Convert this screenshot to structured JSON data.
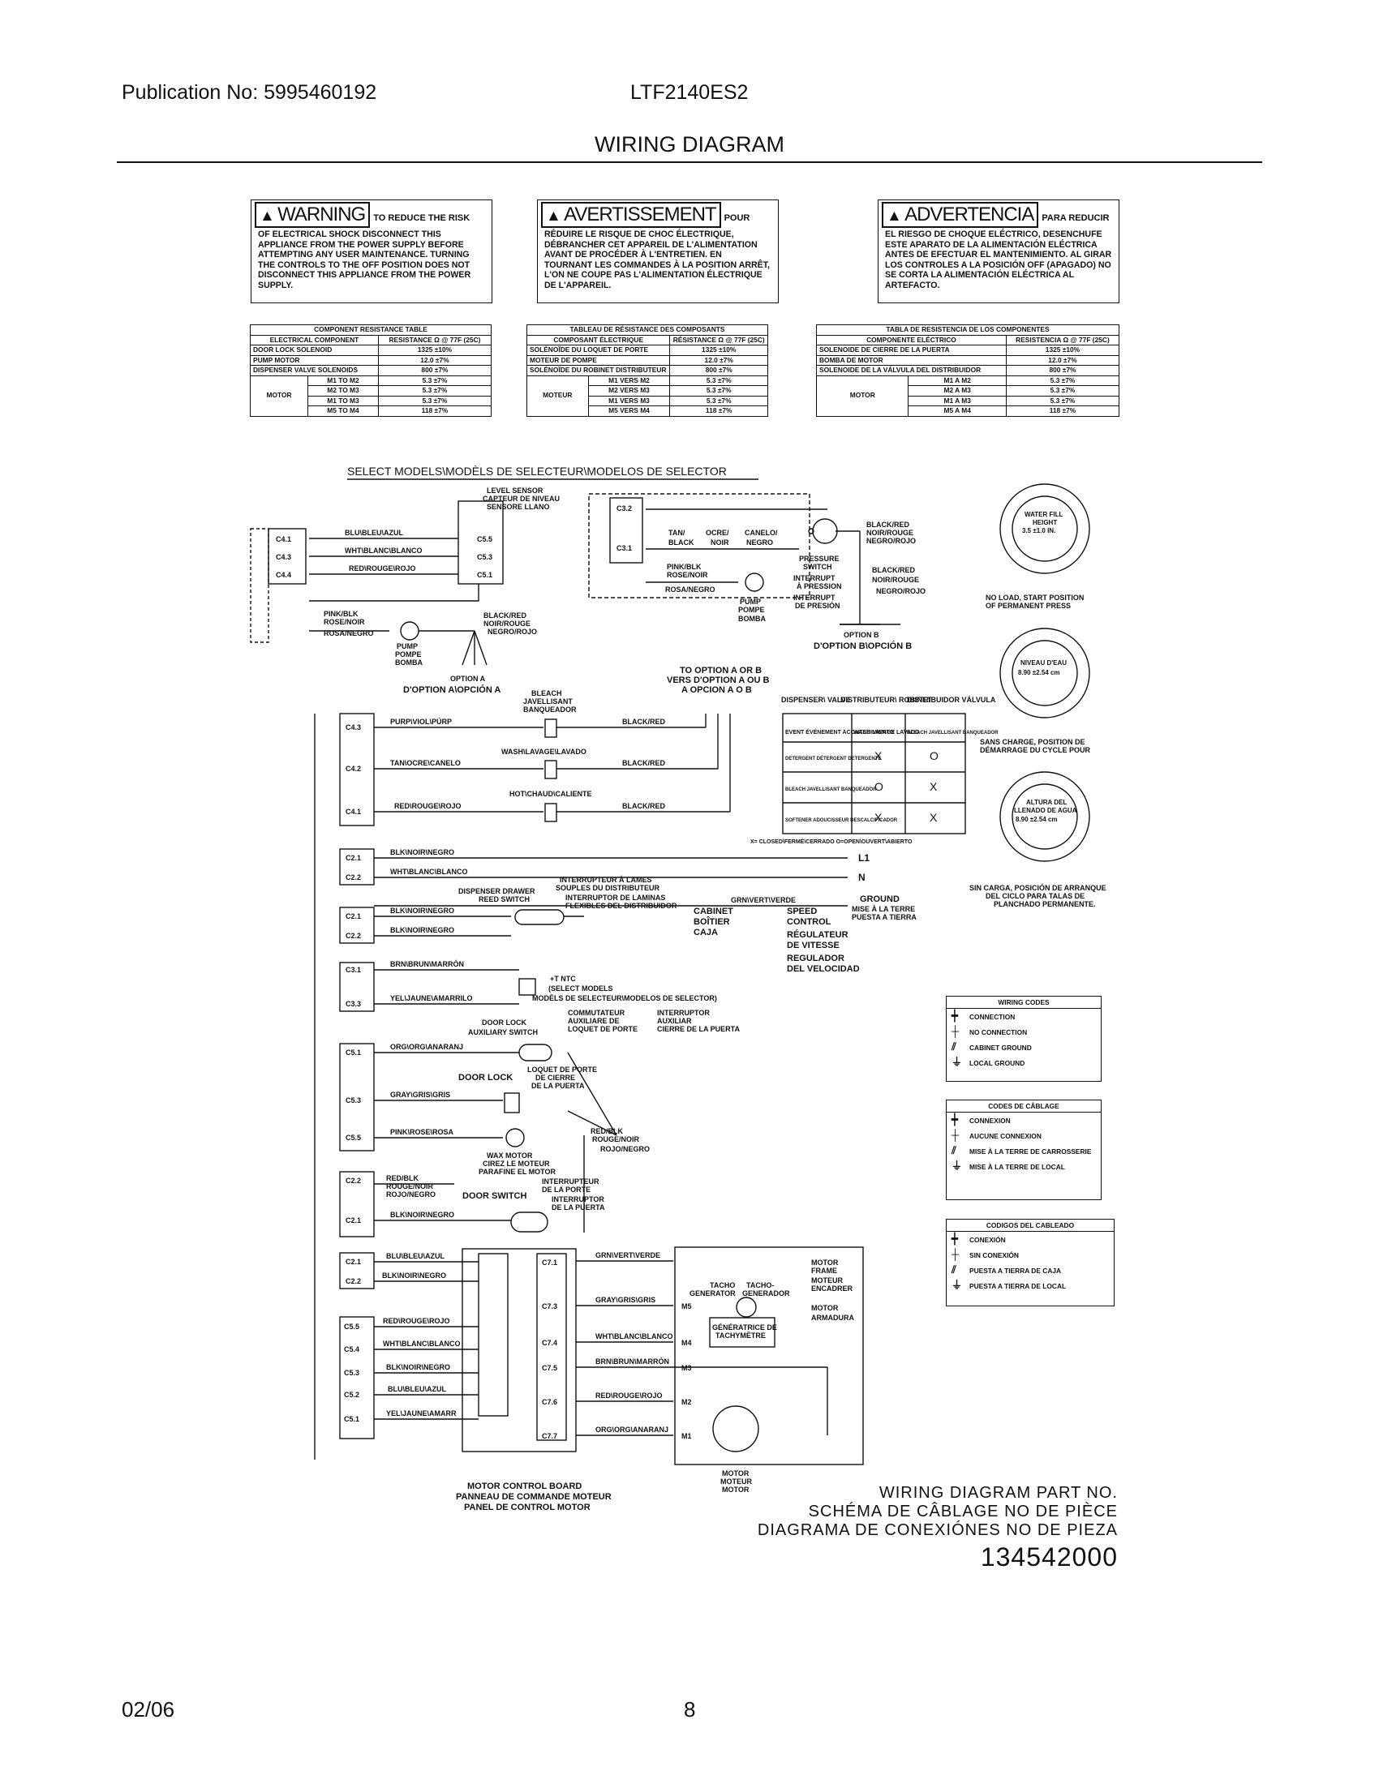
{
  "header": {
    "publication": "Publication No: 5995460192",
    "model": "LTF2140ES2",
    "title": "WIRING DIAGRAM"
  },
  "warnings": [
    {
      "title": "WARNING",
      "tail": "TO REDUCE THE RISK",
      "body": "OF ELECTRICAL SHOCK DISCONNECT THIS APPLIANCE FROM THE POWER SUPPLY BEFORE ATTEMPTING ANY USER MAINTENANCE. TURNING THE CONTROLS TO THE OFF POSITION DOES NOT DISCONNECT THIS APPLIANCE FROM THE POWER SUPPLY."
    },
    {
      "title": "AVERTISSEMENT",
      "tail": "POUR",
      "body": "RÉDUIRE LE RISQUE DE CHOC ÉLECTRIQUE, DÉBRANCHER CET APPAREIL DE L'ALIMENTATION AVANT DE PROCÉDER À L'ENTRETIEN. EN TOURNANT LES COMMANDES À LA POSITION ARRÊT, L'ON NE COUPE PAS L'ALIMENTATION ÉLECTRIQUE DE L'APPAREIL."
    },
    {
      "title": "ADVERTENCIA",
      "tail": "PARA REDUCIR",
      "body": "EL RIESGO DE CHOQUE ELÉCTRICO, DESENCHUFE ESTE APARATO DE LA ALIMENTACIÓN ELÉCTRICA ANTES DE EFECTUAR EL MANTENIMIENTO. AL GIRAR LOS CONTROLES A LA POSICIÓN OFF (APAGADO) NO SE CORTA LA ALIMENTACIÓN ELÉCTRICA AL ARTEFACTO."
    }
  ],
  "resistance_tables": [
    {
      "title": "COMPONENT RESISTANCE TABLE",
      "col1": "ELECTRICAL COMPONENT",
      "col2": "RESISTANCE Ω @ 77F (25C)",
      "rows": [
        [
          "DOOR LOCK SOLENOID",
          "1325 ±10%"
        ],
        [
          "PUMP MOTOR",
          "12.0 ±7%"
        ],
        [
          "DISPENSER VALVE SOLENOIDS",
          "800 ±7%"
        ]
      ],
      "motor": "MOTOR",
      "motor_rows": [
        [
          "M1 TO M2",
          "5.3 ±7%"
        ],
        [
          "M2 TO M3",
          "5.3 ±7%"
        ],
        [
          "M1 TO M3",
          "5.3 ±7%"
        ],
        [
          "M5 TO M4",
          "118 ±7%"
        ]
      ]
    },
    {
      "title": "TABLEAU DE RÉSISTANCE DES COMPOSANTS",
      "col1": "COMPOSANT ÉLECTRIQUE",
      "col2": "RÉSISTANCE Ω @ 77F (25C)",
      "rows": [
        [
          "SOLÉNOÏDE DU LOQUET DE PORTE",
          "1325 ±10%"
        ],
        [
          "MOTEUR DE POMPE",
          "12.0 ±7%"
        ],
        [
          "SOLÉNOÏDE DU ROBINET DISTRIBUTEUR",
          "800 ±7%"
        ]
      ],
      "motor": "MOTEUR",
      "motor_rows": [
        [
          "M1 VERS M2",
          "5.3 ±7%"
        ],
        [
          "M2 VERS M3",
          "5.3 ±7%"
        ],
        [
          "M1 VERS M3",
          "5.3 ±7%"
        ],
        [
          "M5 VERS M4",
          "118 ±7%"
        ]
      ]
    },
    {
      "title": "TABLA DE RESISTENCIA DE LOS COMPONENTES",
      "col1": "COMPONENTE ELÉCTRICO",
      "col2": "RESISTENCIA Ω @ 77F (25C)",
      "rows": [
        [
          "SOLENOIDE DE CIERRE DE LA PUERTA",
          "1325 ±10%"
        ],
        [
          "BOMBA DE MOTOR",
          "12.0 ±7%"
        ],
        [
          "SOLENOIDE DE LA VÁLVULA DEL DISTRIBUIDOR",
          "800 ±7%"
        ]
      ],
      "motor": "MOTOR",
      "motor_rows": [
        [
          "M1 A M2",
          "5.3 ±7%"
        ],
        [
          "M2 A M3",
          "5.3 ±7%"
        ],
        [
          "M1 A M3",
          "5.3 ±7%"
        ],
        [
          "M5 A M4",
          "118 ±7%"
        ]
      ]
    }
  ],
  "select_models": "SELECT MODELS\\MODÈLS DE SELECTEUR\\MODELOS DE SELECTOR",
  "labels": {
    "level_sensor": [
      "LEVEL SENSOR",
      "CAPTEUR DE NIVEAU",
      "SENSORE LLANO"
    ],
    "option_a": [
      "OPTION A",
      "D'OPTION A\\OPCIÓN A"
    ],
    "option_b": [
      "OPTION B",
      "D'OPTION B\\OPCIÓN B"
    ],
    "to_option": [
      "TO OPTION A OR B",
      "VERS D'OPTION A OU B",
      "A OPCION A O B"
    ],
    "pump": [
      "PUMP",
      "POMPE",
      "BOMBA"
    ],
    "pressure_switch": [
      "PRESSURE",
      "SWITCH",
      "INTERRUPT",
      "À PRESSION",
      "INTERRUPT",
      "DE PRESIÓN"
    ],
    "bleach": [
      "BLEACH",
      "JAVELLISANT",
      "BANQUEADOR"
    ],
    "wash": "WASH\\LAVAGE\\LAVADO",
    "hot": "HOT\\CHAUD\\CALIENTE",
    "dispenser_drawer": [
      "DISPENSER DRAWER",
      "REED SWITCH"
    ],
    "interrupteur_lames": [
      "INTERRUPTEUR À LAMES",
      "SOUPLES DU DISTRIBUTEUR",
      "INTERRUPTOR DE LAMINAS",
      "FLEXIBLES DEL DISTRIBUIDOR"
    ],
    "cabinet": [
      "CABINET",
      "BOÎTIER",
      "CAJA"
    ],
    "speed_control": [
      "SPEED",
      "CONTROL",
      "RÉGULATEUR",
      "DE VITESSE",
      "REGULADOR",
      "DEL VELOCIDAD"
    ],
    "ground": [
      "GROUND",
      "MISE À LA TERRE",
      "PUESTA A TIERRA"
    ],
    "ntc": [
      "+T NTC",
      "(SELECT MODELS",
      "MODÈLS DE SELECTEUR\\MODELOS DE SELECTOR)"
    ],
    "door_lock_aux": [
      "DOOR LOCK",
      "AUXILIARY SWITCH"
    ],
    "commutateur": [
      "COMMUTATEUR",
      "AUXILIARE DE",
      "LOQUET DE PORTE"
    ],
    "interruptor_aux": [
      "INTERRUPTOR",
      "AUXILIAR",
      "CIERRE DE LA PUERTA"
    ],
    "door_lock": "DOOR LOCK",
    "loquet": [
      "LOQUET DE PORTE",
      "DE CIERRE",
      "DE LA PUERTA"
    ],
    "wax_motor": [
      "WAX MOTOR",
      "CIREZ LE MOTEUR",
      "PARAFINE EL MOTOR"
    ],
    "red_blk": [
      "RED/BLK",
      "ROUGE/NOIR",
      "ROJO/NEGRO"
    ],
    "door_switch": "DOOR SWITCH",
    "int_porte": [
      "INTERRUPTEUR",
      "DE LA PORTE",
      "INTERRUPTOR",
      "DE LA PUERTA"
    ],
    "motor_frame": [
      "MOTOR",
      "FRAME",
      "MOTEUR",
      "ENCADRER",
      "MOTOR",
      "ARMADURA"
    ],
    "tacho": [
      "TACHO",
      "GENERATOR",
      "TACHO-",
      "GENERADOR"
    ],
    "generatrice": [
      "GÉNÉRATRICE DE",
      "TACHYMÈTRE"
    ],
    "motor": [
      "MOTOR",
      "MOTEUR",
      "MOTOR"
    ],
    "motor_control_board": [
      "MOTOR CONTROL BOARD",
      "PANNEAU DE COMMANDE MOTEUR",
      "PANEL DE CONTROL MOTOR"
    ],
    "closed_open": "X= CLOSED\\FERMÉ\\CERRADO    O=OPEN\\OUVERT\\ABIERTO",
    "l1": "L1",
    "n": "N"
  },
  "event_table": {
    "headers": [
      "EVENT ÉVÉNEMENT ACONTECIMIENTO",
      "WASH LAVAGE LAVADO",
      "BLEACH JAVELLISANT BANQUEADOR"
    ],
    "top": [
      "DISPENSER\\ VALVE",
      "DISTRIBUTEUR\\ ROBINET",
      "DISTRIBUIDOR VÁLVULA"
    ],
    "rows": [
      [
        "DETERGENT DÉTERGENT DETERGENTE",
        "X",
        "O"
      ],
      [
        "BLEACH JAVELLISANT BANQUEADOR",
        "O",
        "X"
      ],
      [
        "SOFTENER ADOUCISSEUR DESCALCIFICADOR",
        "X",
        "X"
      ]
    ]
  },
  "gauges": [
    {
      "lines": [
        "WATER FILL",
        "HEIGHT",
        "3.5 ±1.0 IN."
      ],
      "caption": [
        "NO LOAD, START POSITION",
        "OF PERMANENT PRESS"
      ]
    },
    {
      "lines": [
        "NIVEAU D'EAU",
        "8.90 ±2.54 cm"
      ],
      "caption": [
        "SANS CHARGE, POSITION DE",
        "DÉMARRAGE DU CYCLE POUR"
      ]
    },
    {
      "lines": [
        "ALTURA DEL",
        "LLENADO DE AGUA",
        "8.90 ±2.54 cm"
      ],
      "caption": [
        "SIN CARGA, POSICIÓN DE ARRANQUE",
        "DEL CICLO PARA TALAS DE",
        "PLANCHADO PERMANENTE."
      ]
    }
  ],
  "wiring_codes": [
    {
      "title": "WIRING CODES",
      "items": [
        "CONNECTION",
        "NO CONNECTION",
        "CABINET GROUND",
        "LOCAL GROUND"
      ]
    },
    {
      "title": "CODES DE CÂBLAGE",
      "items": [
        "CONNEXION",
        "AUCUNE CONNEXION",
        "MISE À LA TERRE DE CARROSSERIE",
        "MISE À LA TERRE DE LOCAL"
      ]
    },
    {
      "title": "CODIGOS DEL CABLEADO",
      "items": [
        "CONEXIÓN",
        "SIN CONEXIÓN",
        "PUESTA A TIERRA DE CAJA",
        "PUESTA A TIERRA DE LOCAL"
      ]
    }
  ],
  "connectors": {
    "j9": [
      [
        "C4.1",
        "BLU\\BLEU\\AZUL",
        "C5.5"
      ],
      [
        "C4.3",
        "WHT\\BLANC\\BLANCO",
        "C5.3"
      ],
      [
        "C4.4",
        "RED\\ROUGE\\ROJO",
        "C5.1"
      ]
    ],
    "j4": [
      [
        "C4.3",
        "PURP\\VIOL\\PÚRP",
        "BLACK/RED"
      ],
      [
        "C4.2",
        "TAN\\OCRE\\CANELO",
        "BLACK/RED"
      ],
      [
        "C4.1",
        "RED\\ROUGE\\ROJO",
        "BLACK/RED"
      ]
    ],
    "j14": [
      [
        "C2.1",
        "BLK\\NOIR\\NEGRO"
      ],
      [
        "C2.2",
        "WHT\\BLANC\\BLANCO"
      ]
    ],
    "j8": [
      [
        "C2.1",
        "BLK\\NOIR\\NEGRO"
      ],
      [
        "C2.2",
        "BLK\\NOIR\\NEGRO"
      ]
    ],
    "j7": [
      [
        "C3.1",
        "BRN\\BRUN\\MARRÓN"
      ],
      [
        "C3.3",
        "YEL\\JAUNE\\AMARRILO"
      ]
    ],
    "j3": [
      [
        "C5.1",
        "ORG\\ORG\\ANARANJ"
      ],
      [
        "C5.3",
        "GRAY\\GRIS\\GRIS"
      ],
      [
        "C5.5",
        "PINK\\ROSE\\ROSA"
      ]
    ],
    "j2": [
      [
        "C2.2",
        "RED/BLK ROUGE/NOIR ROJO/NEGRO"
      ],
      [
        "C2.1",
        "BLK\\NOIR\\NEGRO"
      ]
    ],
    "j1": [
      [
        "C2.1",
        "BLU\\BLEU\\AZUL"
      ],
      [
        "C2.2",
        "BLK\\NOIR\\NEGRO"
      ]
    ],
    "j6": [
      [
        "C5.5",
        "RED\\ROUGE\\ROJO"
      ],
      [
        "C5.4",
        "WHT\\BLANC\\BLANCO"
      ],
      [
        "C5.3",
        "BLK\\NOIR\\NEGRO"
      ],
      [
        "C5.2",
        "BLU\\BLEU\\AZUL"
      ],
      [
        "C5.1",
        "YEL\\JAUNE\\AMARR"
      ]
    ],
    "j5": [
      [
        "C7.1",
        "GRN\\VERT\\VERDE",
        ""
      ],
      [
        "C7.3",
        "GRAY\\GRIS\\GRIS",
        "M5"
      ],
      [
        "C7.4",
        "WHT\\BLANC\\BLANCO",
        "M4"
      ],
      [
        "C7.5",
        "BRN\\BRUN\\MARRÓN",
        "M3"
      ],
      [
        "C7.6",
        "RED\\ROUGE\\ROJO",
        "M2"
      ],
      [
        "C7.7",
        "ORG\\ORG\\ANARANJ",
        "M1"
      ]
    ],
    "j12_right": [
      [
        "C3.2"
      ],
      [
        "C3.1"
      ]
    ],
    "wires_top_right": [
      "TAN/",
      "BLACK",
      "OCRE/",
      "NOIR",
      "CANELO/",
      "NEGRO",
      "PINK/BLK",
      "ROSE/NOIR",
      "ROSA/NEGRO"
    ],
    "black_red": [
      "BLACK/RED",
      "NOIR/ROUGE",
      "NEGRO/ROJO"
    ],
    "grn_wire": "GRN\\VERT\\VERDE"
  },
  "part_number": {
    "lines": [
      "WIRING DIAGRAM PART NO.",
      "SCHÉMA DE CÂBLAGE NO DE PIÈCE",
      "DIAGRAMA DE CONEXIÓNES NO DE PIEZA"
    ],
    "number": "134542000"
  },
  "footer": {
    "date": "02/06",
    "page": "8"
  }
}
